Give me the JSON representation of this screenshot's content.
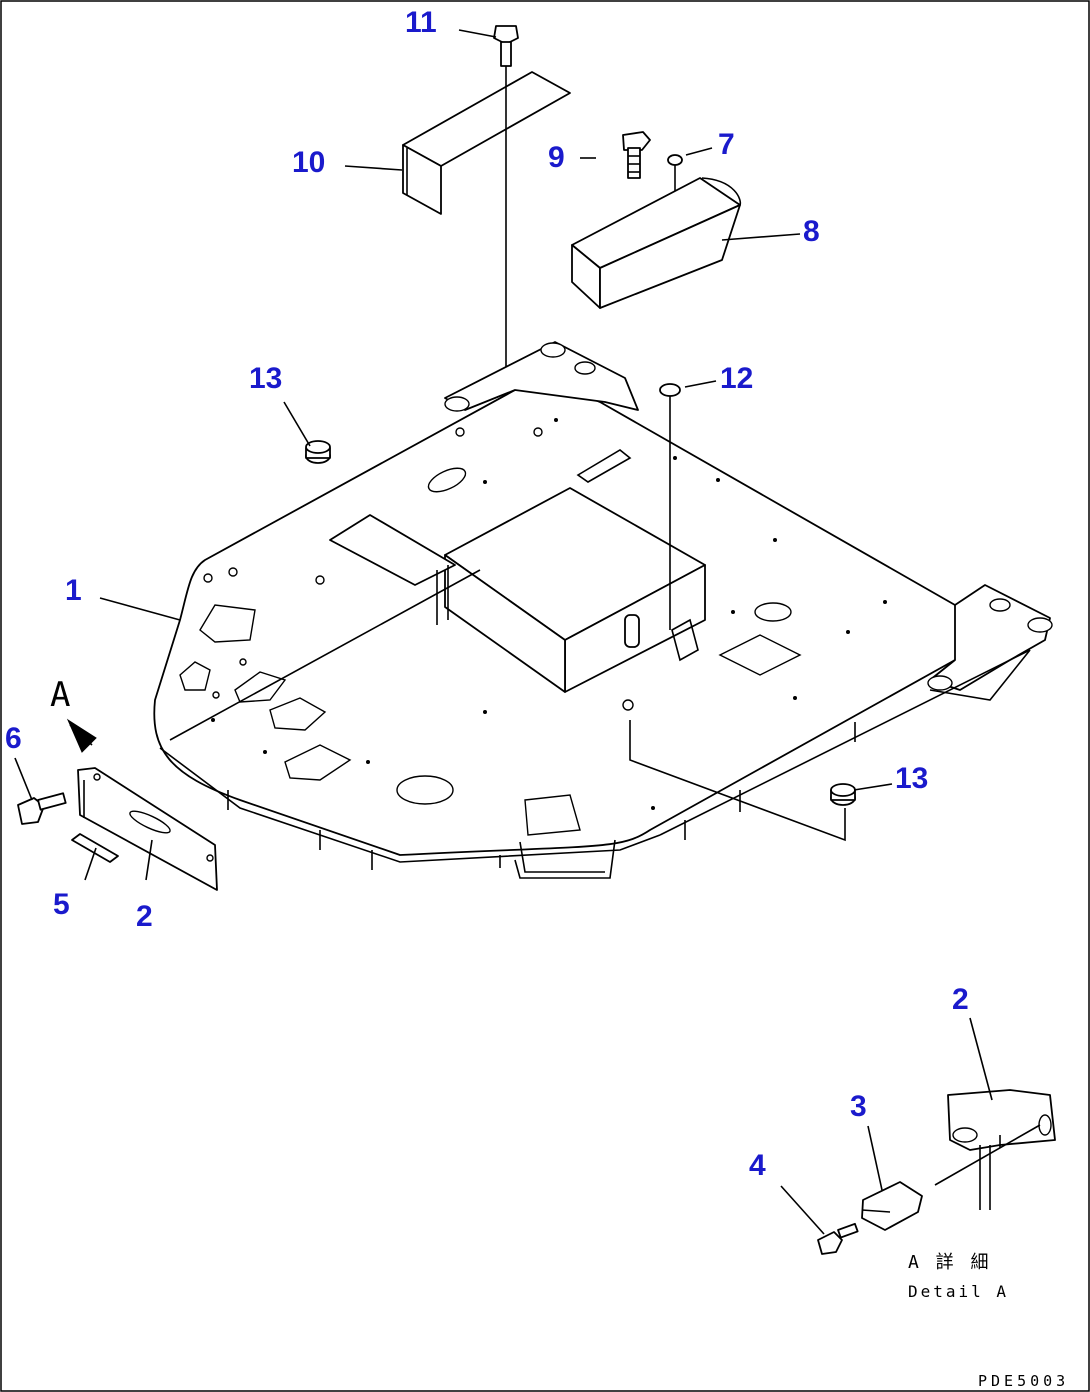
{
  "drawing_code": "PDE5003",
  "detail_view": {
    "arrow_letter": "A",
    "title_jp": "A 詳 細",
    "title_en": "Detail A"
  },
  "callouts": [
    {
      "id": "c1",
      "label": "1"
    },
    {
      "id": "c2a",
      "label": "2"
    },
    {
      "id": "c2b",
      "label": "2"
    },
    {
      "id": "c3",
      "label": "3"
    },
    {
      "id": "c4",
      "label": "4"
    },
    {
      "id": "c5",
      "label": "5"
    },
    {
      "id": "c6",
      "label": "6"
    },
    {
      "id": "c7",
      "label": "7"
    },
    {
      "id": "c8",
      "label": "8"
    },
    {
      "id": "c9",
      "label": "9"
    },
    {
      "id": "c10",
      "label": "10"
    },
    {
      "id": "c11",
      "label": "11"
    },
    {
      "id": "c12",
      "label": "12"
    },
    {
      "id": "c13a",
      "label": "13"
    },
    {
      "id": "c13b",
      "label": "13"
    }
  ]
}
